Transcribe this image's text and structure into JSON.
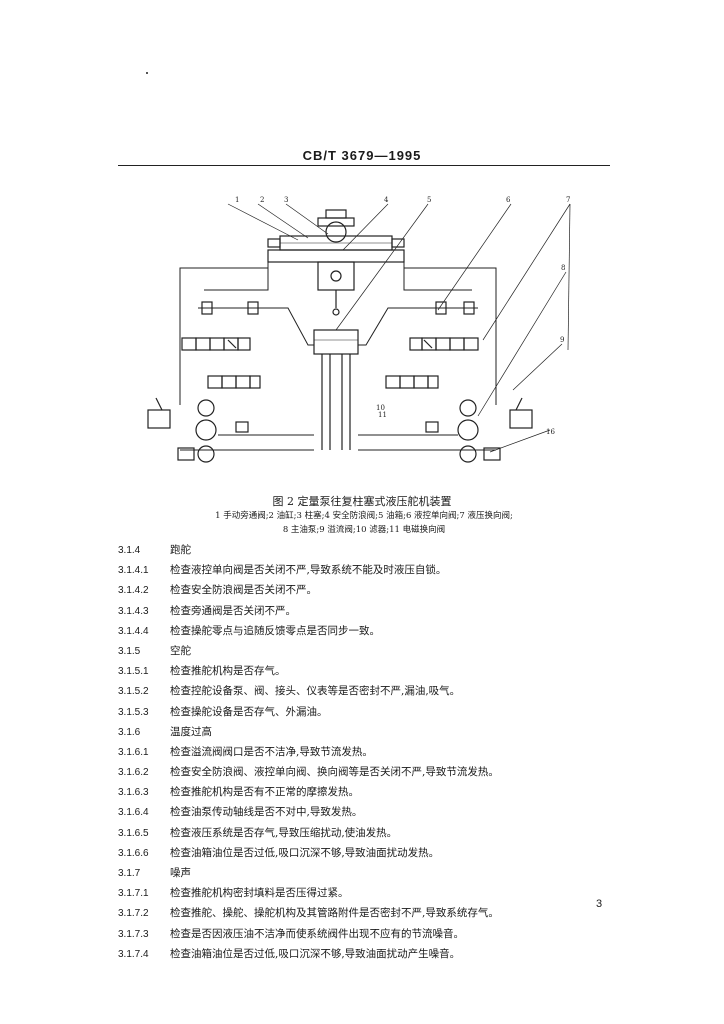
{
  "header": {
    "standard_no": "CB/T 3679—1995"
  },
  "figure": {
    "callouts": [
      "1",
      "2",
      "3",
      "4",
      "5",
      "6",
      "7",
      "8",
      "9",
      "10",
      "11",
      "16"
    ],
    "caption": "图 2  定量泵往复柱塞式液压舵机装置",
    "legend_line1": "1  手动旁通阀;2  油缸;3  柱塞;4  安全防浪阀;5  油箱;6  液控单向阀;7  液压换向阀;",
    "legend_line2": "8  主油泵;9  溢流阀;10  滤器;11  电磁换向阀"
  },
  "items": [
    {
      "num": "3.1.4",
      "text": "跑舵"
    },
    {
      "num": "3.1.4.1",
      "text": "检查液控单向阀是否关闭不严,导致系统不能及时液压自锁。"
    },
    {
      "num": "3.1.4.2",
      "text": "检查安全防浪阀是否关闭不严。"
    },
    {
      "num": "3.1.4.3",
      "text": "检查旁通阀是否关闭不严。"
    },
    {
      "num": "3.1.4.4",
      "text": "检查操舵零点与追随反馈零点是否同步一致。"
    },
    {
      "num": "3.1.5",
      "text": "空舵"
    },
    {
      "num": "3.1.5.1",
      "text": "检查推舵机构是否存气。"
    },
    {
      "num": "3.1.5.2",
      "text": "检查控舵设备泵、阀、接头、仪表等是否密封不严,漏油,吸气。"
    },
    {
      "num": "3.1.5.3",
      "text": "检查操舵设备是否存气、外漏油。"
    },
    {
      "num": "3.1.6",
      "text": "温度过高"
    },
    {
      "num": "3.1.6.1",
      "text": "检查溢流阀阀口是否不洁净,导致节流发热。"
    },
    {
      "num": "3.1.6.2",
      "text": "检查安全防浪阀、液控单向阀、换向阀等是否关闭不严,导致节流发热。"
    },
    {
      "num": "3.1.6.3",
      "text": "检查推舵机构是否有不正常的摩擦发热。"
    },
    {
      "num": "3.1.6.4",
      "text": "检查油泵传动轴线是否不对中,导致发热。"
    },
    {
      "num": "3.1.6.5",
      "text": "检查液压系统是否存气,导致压缩扰动,使油发热。"
    },
    {
      "num": "3.1.6.6",
      "text": "检查油箱油位是否过低,吸口沉深不够,导致油面扰动发热。"
    },
    {
      "num": "3.1.7",
      "text": "噪声"
    },
    {
      "num": "3.1.7.1",
      "text": "检查推舵机构密封填料是否压得过紧。"
    },
    {
      "num": "3.1.7.2",
      "text": "检查推舵、操舵、操舵机构及其管路附件是否密封不严,导致系统存气。"
    },
    {
      "num": "3.1.7.3",
      "text": "检查是否因液压油不洁净而使系统阀件出现不应有的节流噪音。"
    },
    {
      "num": "3.1.7.4",
      "text": "检查油箱油位是否过低,吸口沉深不够,导致油面扰动产生噪音。"
    }
  ],
  "page_number": "3"
}
